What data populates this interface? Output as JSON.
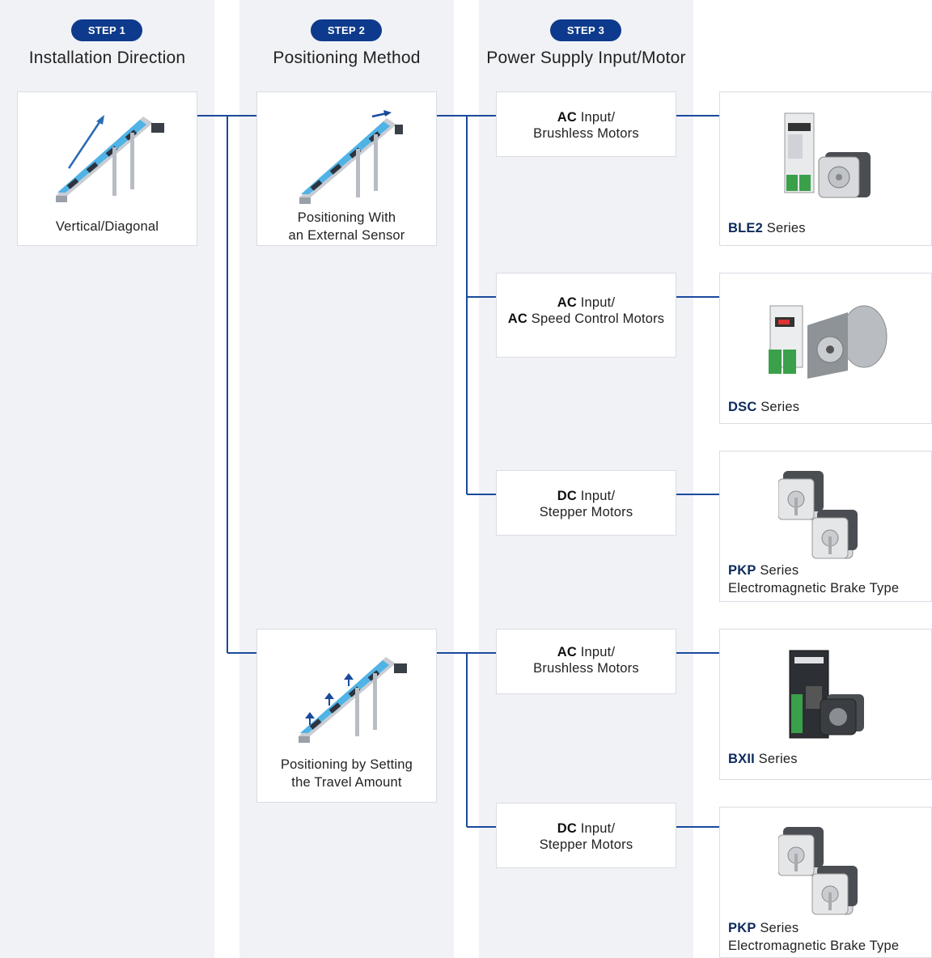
{
  "steps": [
    {
      "badge": "STEP 1",
      "title": "Installation Direction"
    },
    {
      "badge": "STEP 2",
      "title": "Positioning Method"
    },
    {
      "badge": "STEP 3",
      "title": "Power Supply Input/Motor"
    }
  ],
  "step1": {
    "option": "Vertical/Diagonal"
  },
  "step2": {
    "external_sensor": {
      "line1": "Positioning With",
      "line2": "an External Sensor"
    },
    "travel_amount": {
      "line1": "Positioning by Setting",
      "line2": "the Travel Amount"
    }
  },
  "step3": [
    {
      "bold1": "AC",
      "rest1": " Input/",
      "bold2": "",
      "rest2": "Brushless Motors"
    },
    {
      "bold1": "AC",
      "rest1": " Input/",
      "bold2": "AC",
      "rest2": " Speed Control Motors"
    },
    {
      "bold1": "DC",
      "rest1": " Input/",
      "bold2": "",
      "rest2": "Stepper Motors"
    },
    {
      "bold1": "AC",
      "rest1": " Input/",
      "bold2": "",
      "rest2": "Brushless Motors"
    },
    {
      "bold1": "DC",
      "rest1": " Input/",
      "bold2": "",
      "rest2": "Stepper Motors"
    }
  ],
  "products": [
    {
      "name": "BLE2",
      "suffix": " Series",
      "subtitle": ""
    },
    {
      "name": "DSC",
      "suffix": " Series",
      "subtitle": ""
    },
    {
      "name": "PKP",
      "suffix": " Series",
      "subtitle": "Electromagnetic Brake Type"
    },
    {
      "name": "BXII",
      "suffix": " Series",
      "subtitle": ""
    },
    {
      "name": "PKP",
      "suffix": " Series",
      "subtitle": "Electromagnetic Brake Type"
    }
  ],
  "colors": {
    "badge": "#0d3a8c",
    "connector": "#1a4a9c",
    "column_bg": "#f1f2f6",
    "belt": "#4fb3e6"
  }
}
